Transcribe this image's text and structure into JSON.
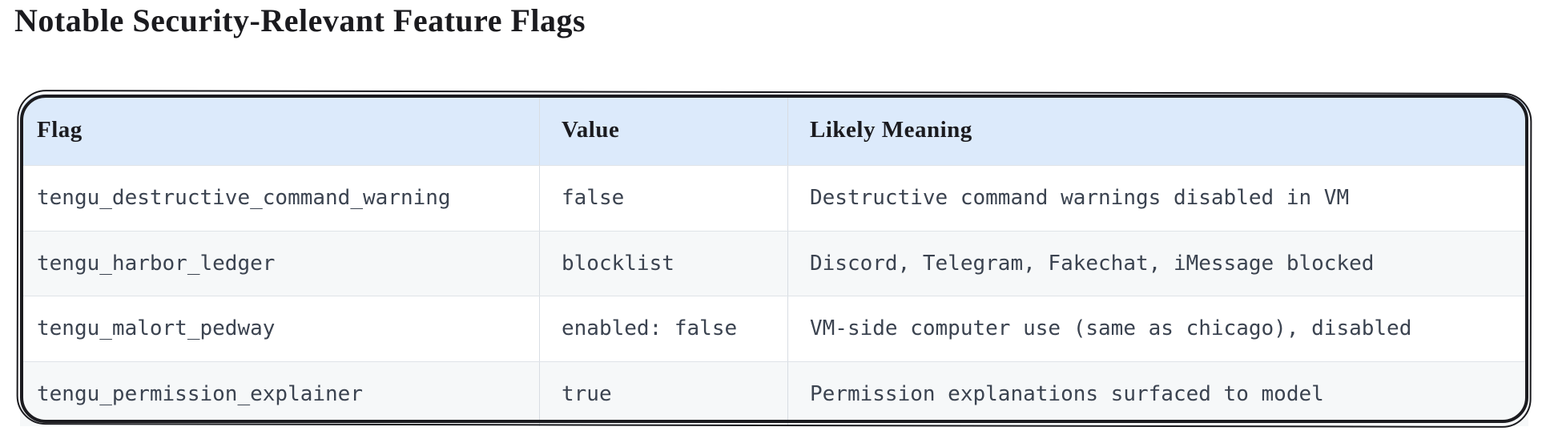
{
  "page": {
    "title": "Notable Security-Relevant Feature Flags"
  },
  "table": {
    "columns": [
      {
        "label": "Flag"
      },
      {
        "label": "Value"
      },
      {
        "label": "Likely Meaning"
      }
    ],
    "rows": [
      {
        "flag": "tengu_destructive_command_warning",
        "value": "false",
        "meaning": "Destructive command warnings disabled in VM"
      },
      {
        "flag": "tengu_harbor_ledger",
        "value": "blocklist",
        "meaning": "Discord, Telegram, Fakechat, iMessage blocked"
      },
      {
        "flag": "tengu_malort_pedway",
        "value": "enabled: false",
        "meaning": "VM-side computer use (same as chicago), disabled"
      },
      {
        "flag": "tengu_permission_explainer",
        "value": "true",
        "meaning": "Permission explanations surfaced to model"
      }
    ],
    "colors": {
      "header_bg": "#dceafb",
      "border": "#1b1b1f",
      "body_text": "#3b4350",
      "zebra_bg": "#f6f8f9",
      "divider": "#dfe3e8"
    }
  }
}
